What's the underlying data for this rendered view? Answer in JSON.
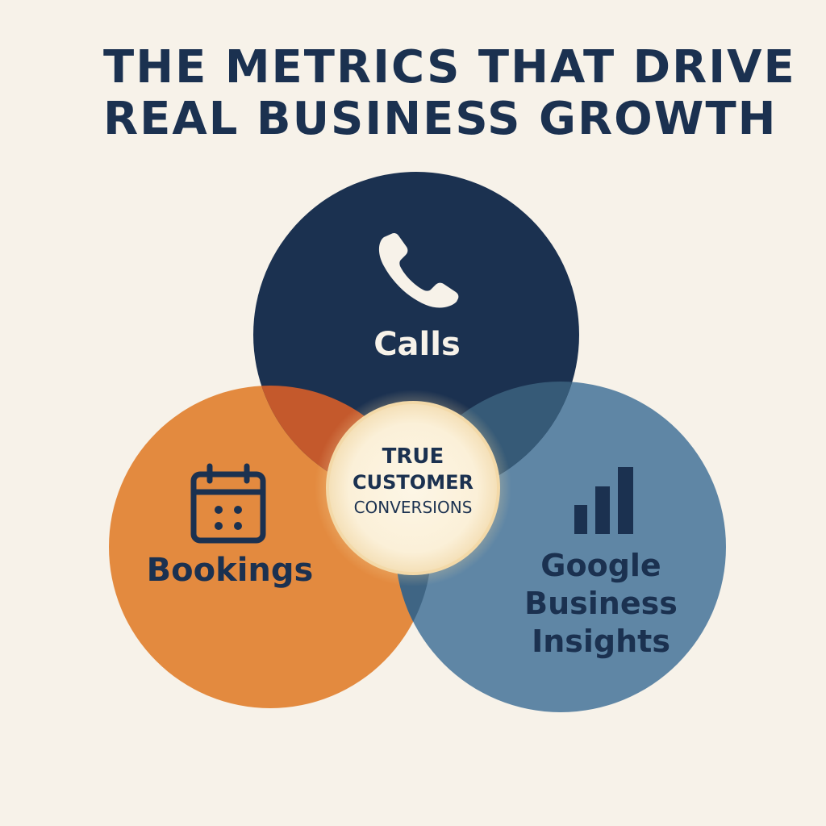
{
  "title": {
    "line1": "THE METRICS THAT DRIVE",
    "line2": "REAL BUSINESS GROWTH"
  },
  "circles": {
    "calls": {
      "label": "Calls",
      "icon": "phone-icon",
      "color": "#1b3150"
    },
    "bookings": {
      "label": "Bookings",
      "icon": "calendar-icon",
      "color": "#e38a3f"
    },
    "google": {
      "label_line1": "Google",
      "label_line2": "Business",
      "label_line3": "Insights",
      "icon": "bar-chart-icon",
      "color": "#4f7898"
    }
  },
  "center": {
    "line1": "TRUE",
    "line2": "CUSTOMER",
    "line3": "CONVERSIONS",
    "color": "#fbf1dc"
  },
  "colors": {
    "background": "#f7f2e9",
    "text_dark": "#1b3150",
    "text_light": "#f7f2e9"
  }
}
